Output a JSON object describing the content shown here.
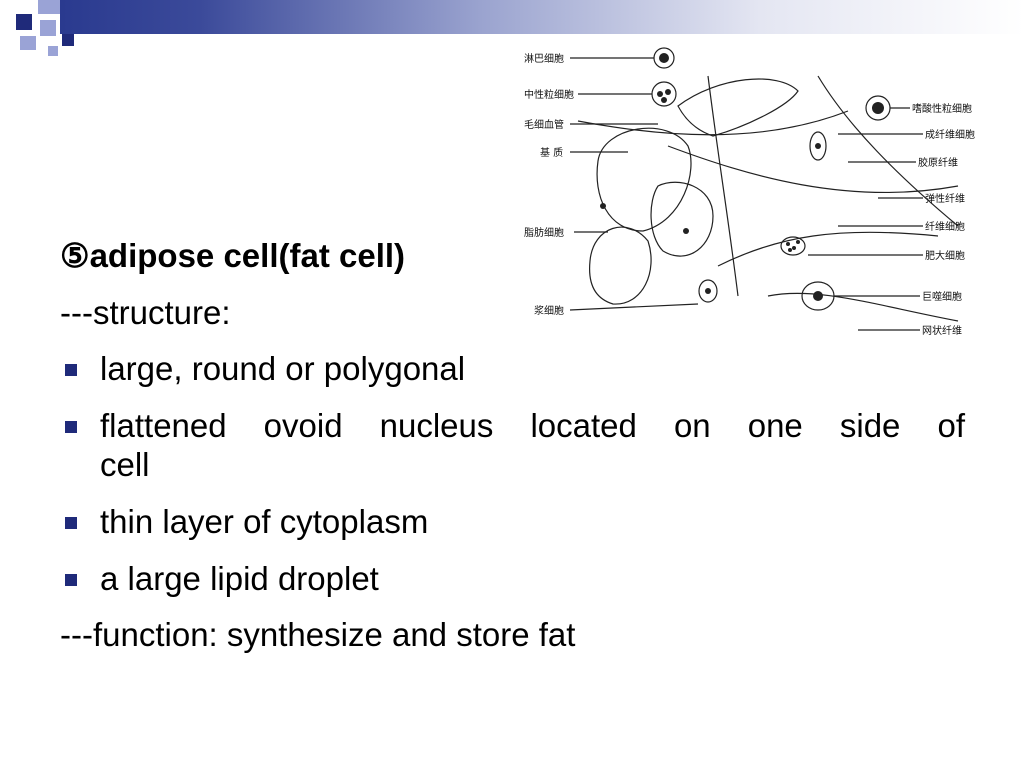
{
  "slide": {
    "heading": "⑤adipose cell(fat cell)",
    "structure_label": "---structure:",
    "bullets": [
      {
        "line1": "large, round or polygonal",
        "line2": ""
      },
      {
        "line1": "flattened ovoid nucleus located on one side of",
        "line2": "cell"
      },
      {
        "line1": "thin layer of cytoplasm",
        "line2": ""
      },
      {
        "line1": "a large lipid droplet",
        "line2": ""
      }
    ],
    "function_line": "---function: synthesize and store fat"
  },
  "figure": {
    "labels_left": [
      "淋巴细胞",
      "中性粒细胞",
      "毛细血管",
      "基  质",
      "脂肪细胞",
      "浆细胞"
    ],
    "labels_right": [
      "嗜酸性粒细胞",
      "成纤维细胞",
      "胶原纤维",
      "弹性纤维",
      "纤维细胞",
      "肥大细胞",
      "巨噬细胞",
      "网状纤维"
    ]
  },
  "colors": {
    "accent": "#1f2a7a",
    "accent_light": "#9aa3d6"
  }
}
